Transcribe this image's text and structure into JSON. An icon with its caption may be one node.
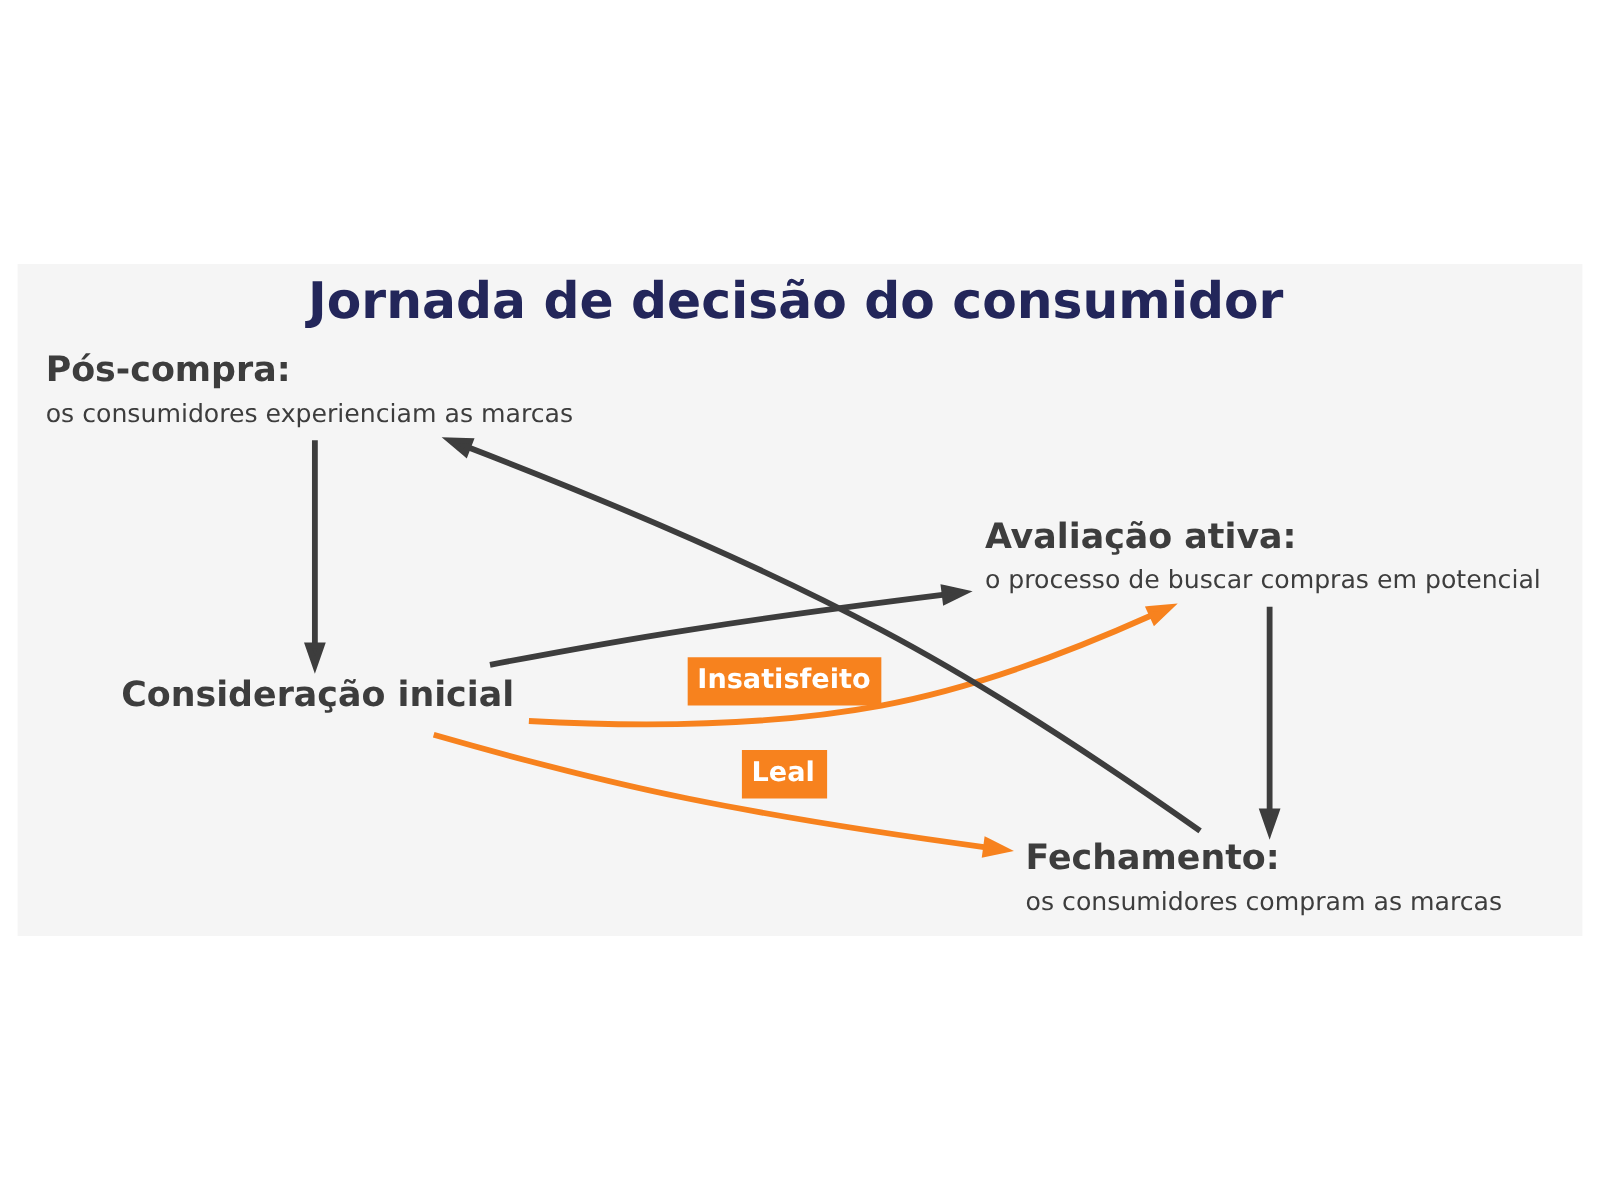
{
  "diagram": {
    "title": "Jornada de decisão do consumidor",
    "nodes": [
      {
        "text": [
          "Consideração inicial"
        ]
      },
      {
        "text": [
          "Avaliação ativa:",
          "o processo de buscar compras em potencial"
        ]
      },
      {
        "text": [
          "Fechamento:",
          "os consumidores compram as marcas"
        ]
      },
      {
        "text": [
          "Pós-compra:",
          "os consumidores experienciam as marcas"
        ]
      }
    ],
    "edges": [
      {
        "from": 0,
        "to": 1,
        "arrow": "to"
      },
      {
        "from": 0,
        "to": 1,
        "arrow": "to",
        "label": "Insatisfeito",
        "color": "#f7821e"
      },
      {
        "from": 0,
        "to": 2,
        "arrow": "to",
        "label": "Leal",
        "color": "#f7821e"
      },
      {
        "from": 1,
        "to": 2,
        "arrow": "to"
      },
      {
        "from": 2,
        "to": 3,
        "arrow": "to"
      },
      {
        "from": 3,
        "to": 0,
        "arrow": "to"
      }
    ]
  }
}
